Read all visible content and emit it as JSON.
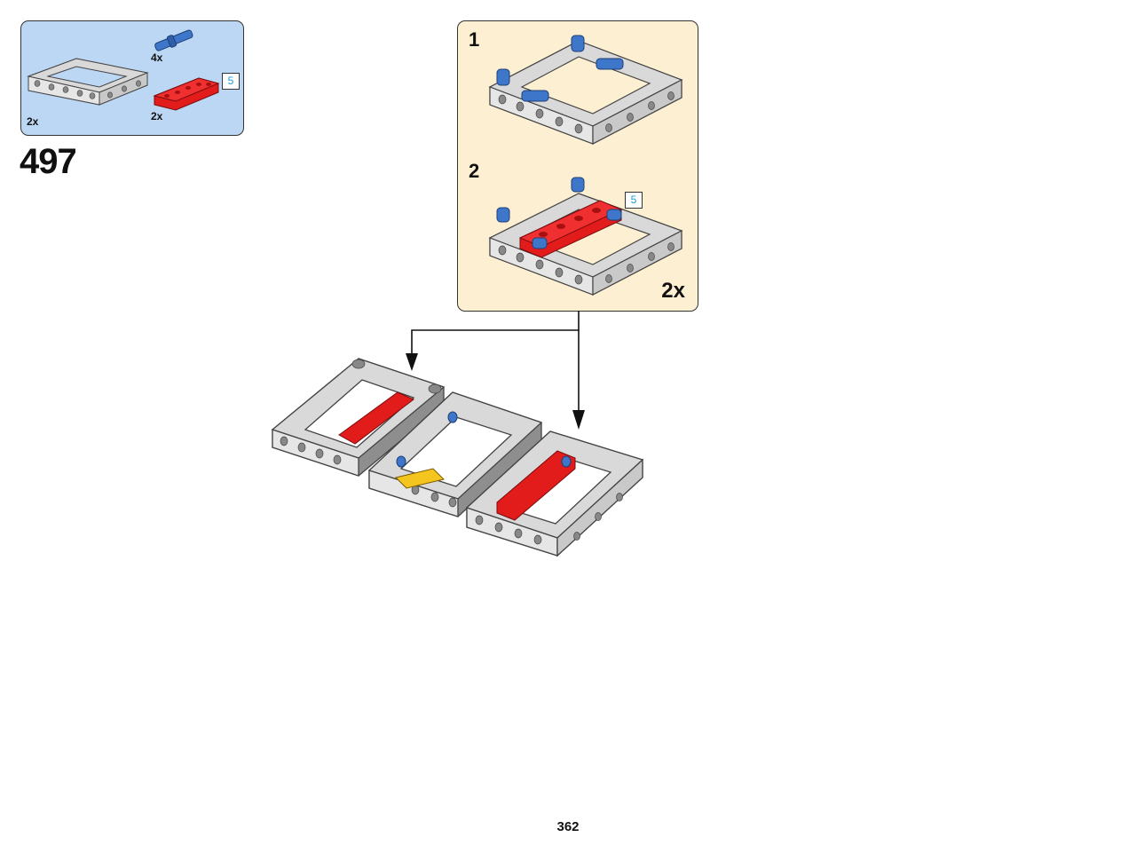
{
  "parts_list": {
    "items": [
      {
        "part": "frame-5x7",
        "qty": "2x"
      },
      {
        "part": "blue-axle-pin",
        "qty": "4x"
      },
      {
        "part": "red-beam",
        "qty": "2x",
        "length": "5"
      }
    ]
  },
  "step": {
    "number": "497"
  },
  "substeps": {
    "items": [
      {
        "number": "1"
      },
      {
        "number": "2",
        "length_callout": "5"
      }
    ],
    "multiplier": "2x"
  },
  "page": {
    "number": "362"
  },
  "colors": {
    "parts_panel_bg": "#bcd7f3",
    "substep_panel_bg": "#fdefd2",
    "frame_gray": "#d9d9d9",
    "beam_red": "#e21b1b",
    "pin_blue": "#3e77c9",
    "length_callout_text": "#1b9fd8"
  }
}
